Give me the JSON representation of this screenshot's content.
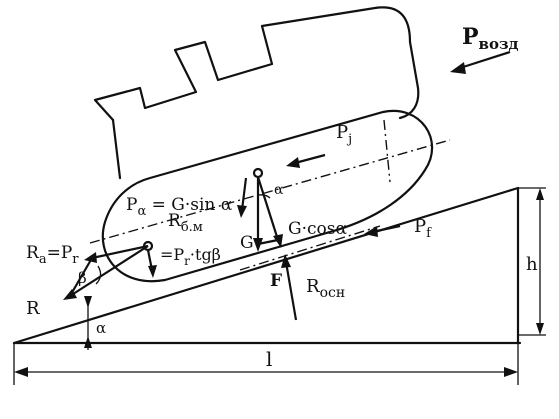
{
  "labels": {
    "p_air": "P",
    "p_air_sub": "возд",
    "p_j": "P",
    "p_j_sub": "j",
    "p_alpha": "P",
    "p_alpha_sub": "α",
    "p_alpha_eq": " = G·sin α",
    "r_bm": "R",
    "r_bm_sub": "б.м",
    "pr_tg": "=P",
    "pr_tg_sub": "r",
    "pr_tg_rest": "·tgβ",
    "ra": "R",
    "ra_sub": "a",
    "ra_eq": "=P",
    "ra_eq_sub": "r",
    "beta": "β",
    "r": "R",
    "alpha_small": "α",
    "alpha_ground": "α",
    "g": "G",
    "g_cos": "G·cosα",
    "f": "F",
    "r_osn": "R",
    "r_osn_sub": "осн",
    "p_f": "P",
    "p_f_sub": "f",
    "h": "h",
    "l": "l"
  }
}
